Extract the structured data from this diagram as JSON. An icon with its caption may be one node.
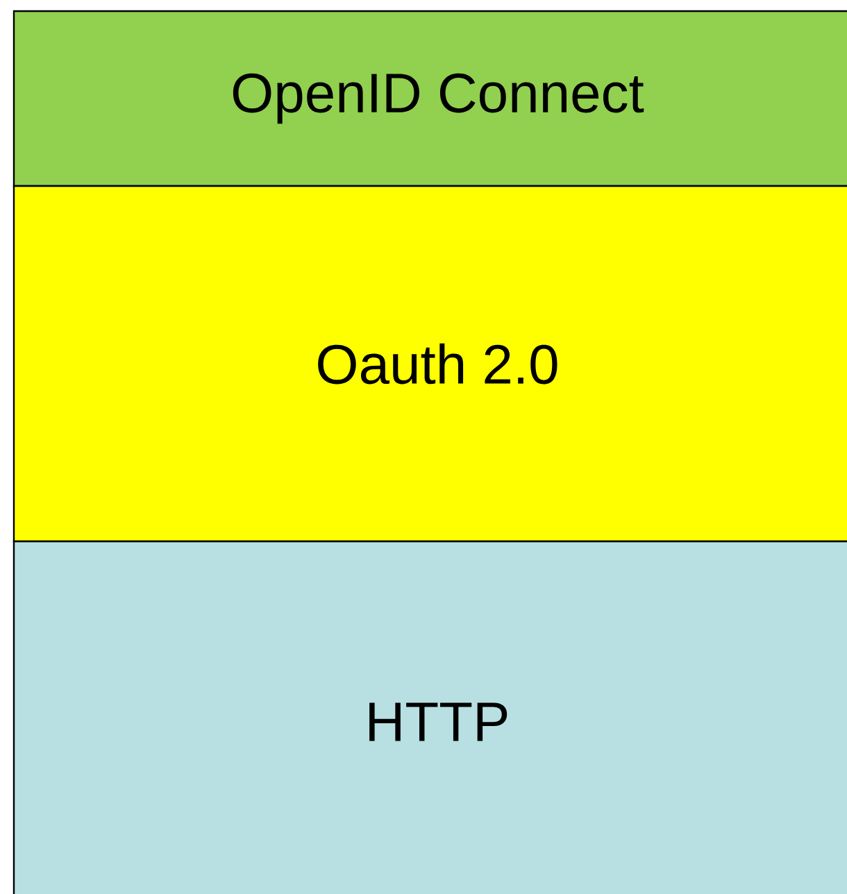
{
  "diagram": {
    "nodes": [
      {
        "text": [
          "OpenID Connect"
        ]
      },
      {
        "text": [
          "Oauth 2.0"
        ]
      },
      {
        "text": [
          "HTTP"
        ]
      }
    ]
  }
}
